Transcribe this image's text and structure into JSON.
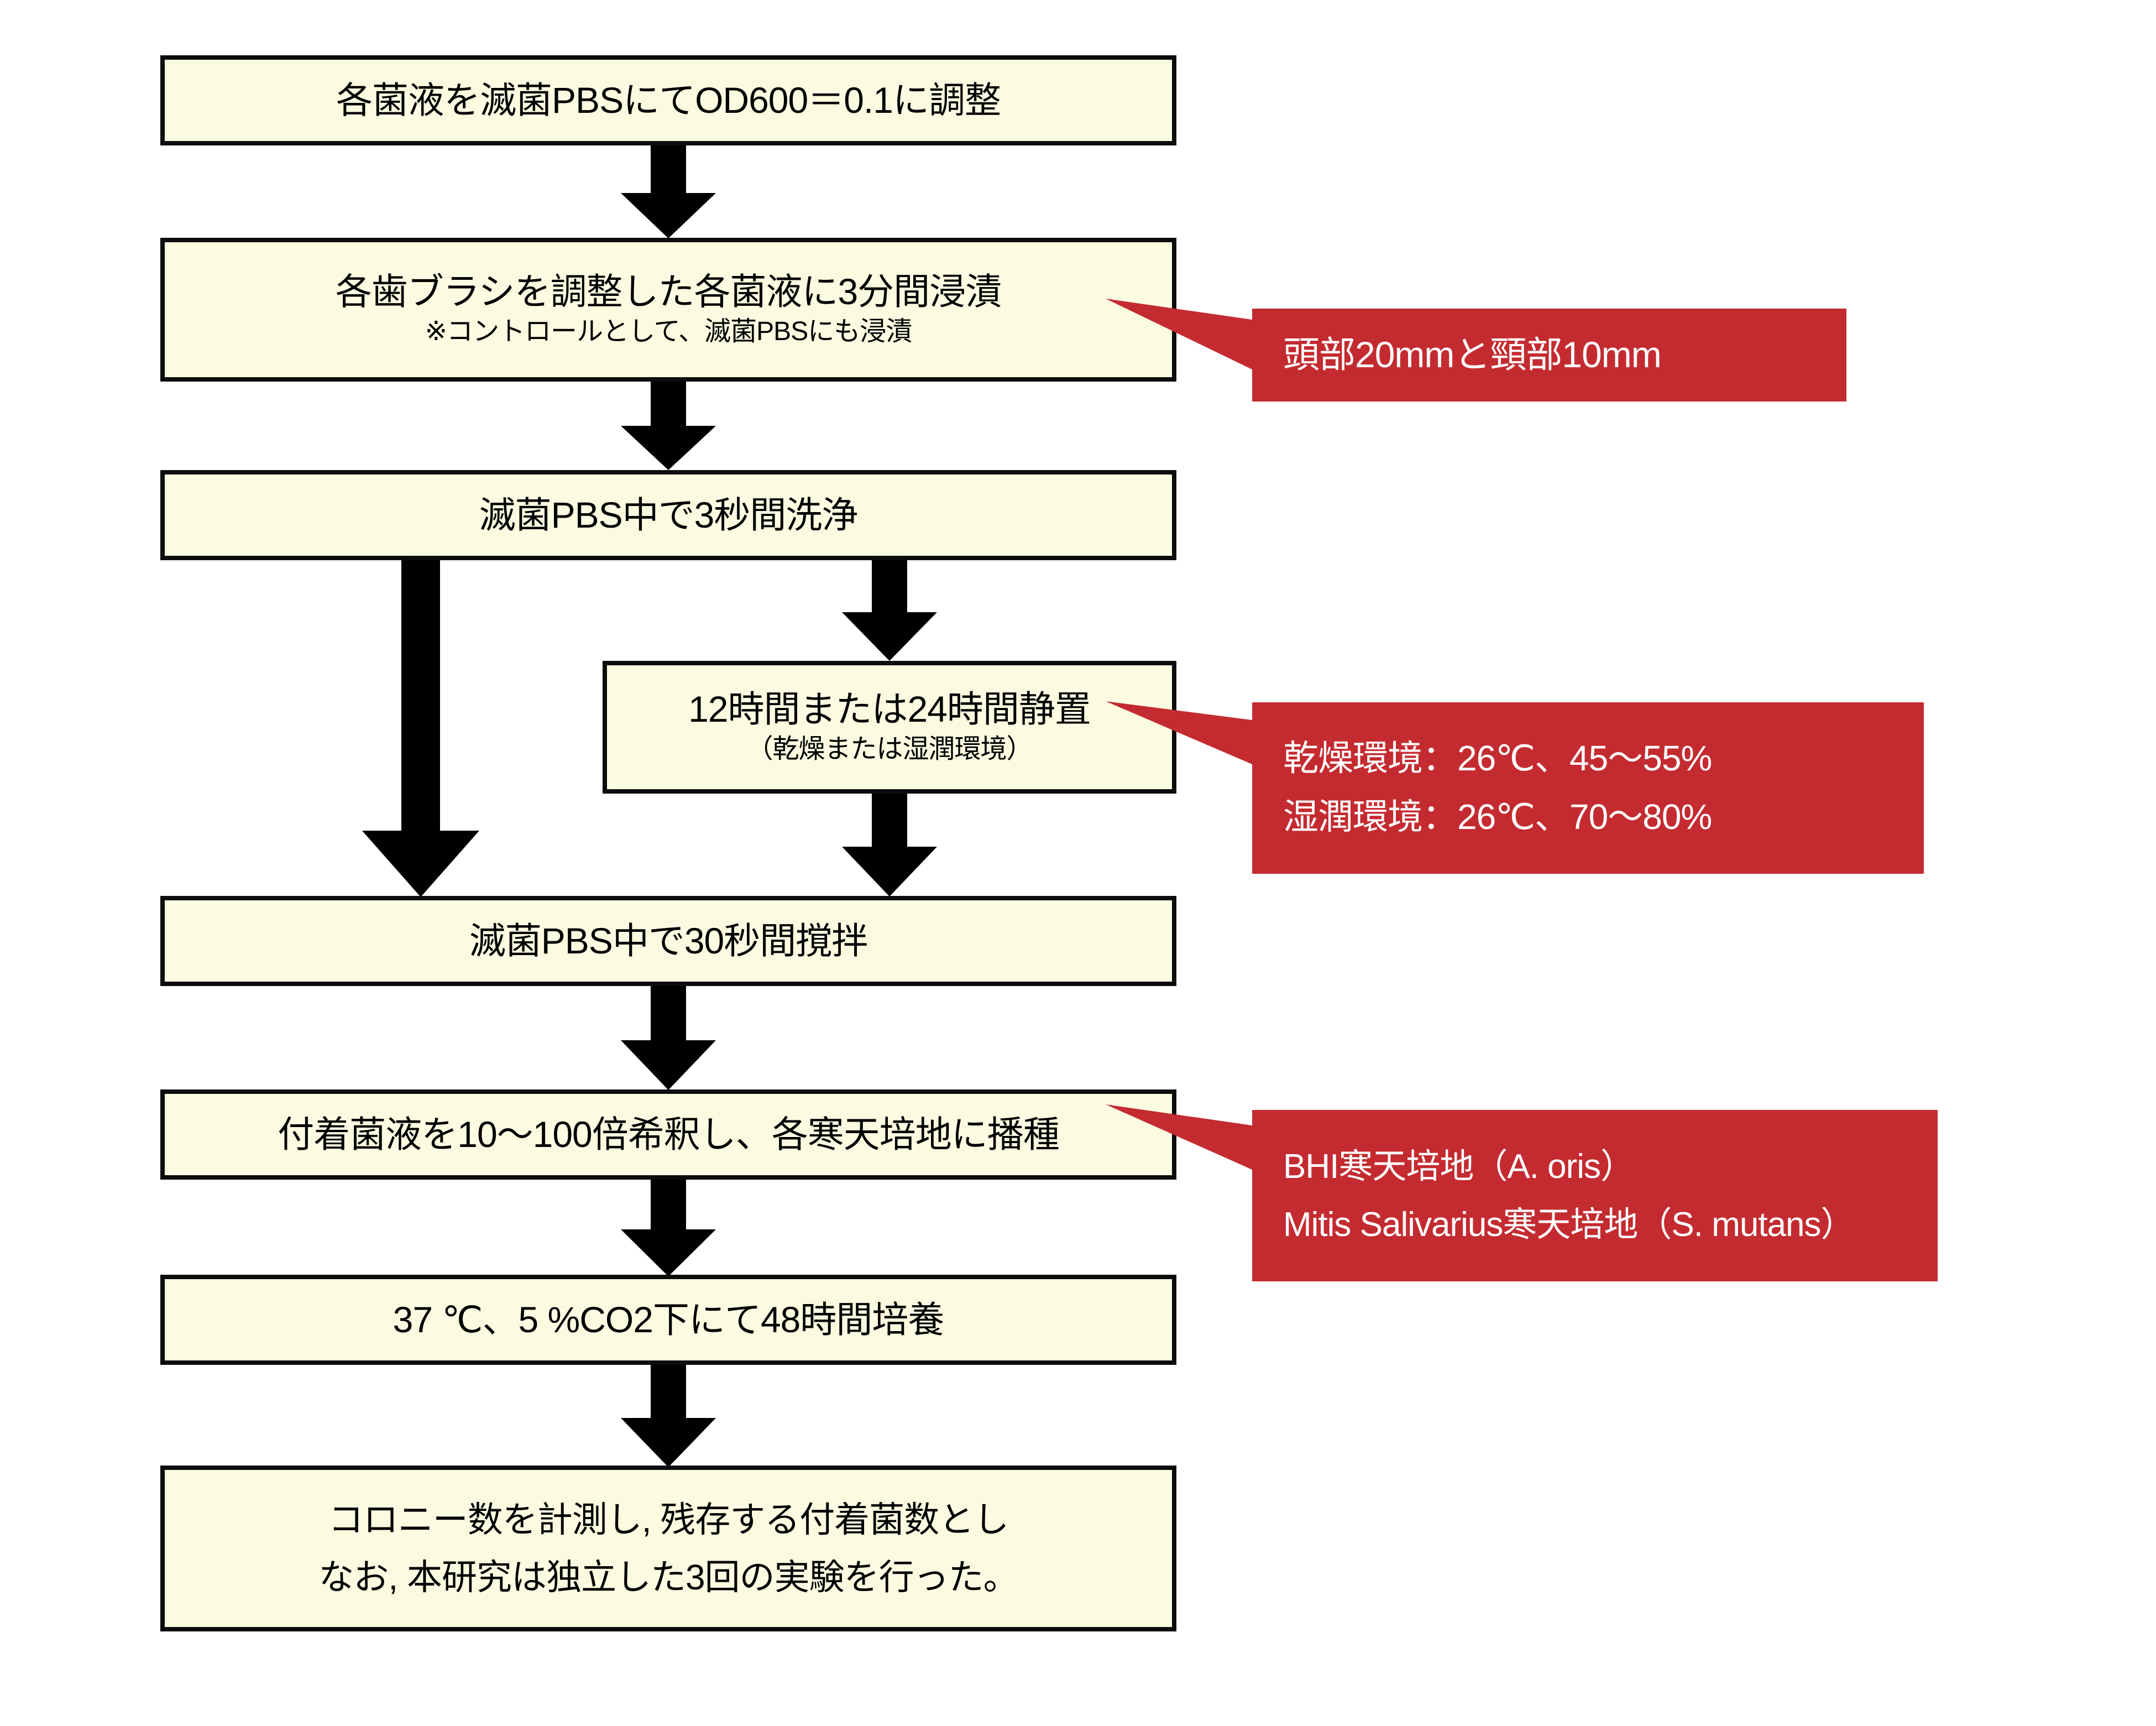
{
  "diagram": {
    "title": "experimental-protocol-flowchart",
    "colors": {
      "box_fill": "#FBFBE1",
      "box_border": "#0C0C0C",
      "callout_red": "#C42B30",
      "arrow_black": "#000000",
      "callout_text": "#FFFFFF"
    },
    "steps": [
      {
        "id": "step1",
        "main": "各菌液を滅菌PBSにてOD600＝0.1に調整",
        "sub": ""
      },
      {
        "id": "step2",
        "main": "各歯ブラシを調整した各菌液に3分間浸漬",
        "sub": "※コントロールとして、滅菌PBSにも浸漬"
      },
      {
        "id": "step3",
        "main": "滅菌PBS中で3秒間洗浄",
        "sub": ""
      },
      {
        "id": "step4",
        "main": "12時間または24時間静置",
        "sub": "（乾燥または湿潤環境）"
      },
      {
        "id": "step5",
        "main": "滅菌PBS中で30秒間撹拌",
        "sub": ""
      },
      {
        "id": "step6",
        "main": "付着菌液を10〜100倍希釈し、各寒天培地に播種",
        "sub": ""
      },
      {
        "id": "step7",
        "main": "37 ℃、5 %CO2下にて48時間培養",
        "sub": ""
      },
      {
        "id": "step8",
        "line1": "コロニー数を計測し, 残存する付着菌数とし",
        "line2": "なお, 本研究は独立した3回の実験を行った。"
      }
    ],
    "callouts": [
      {
        "id": "callout1",
        "target": "step2",
        "lines": [
          "頭部20mmと頸部10mm"
        ]
      },
      {
        "id": "callout2",
        "target": "step4",
        "lines": [
          "乾燥環境：26℃、45〜55%",
          "湿潤環境：26℃、70〜80%"
        ]
      },
      {
        "id": "callout3",
        "target": "step6",
        "lines": [
          "BHI寒天培地（A. oris）",
          "Mitis Salivarius寒天培地（S. mutans）"
        ]
      }
    ],
    "connectors": [
      {
        "id": "arrow-1-2",
        "from": "step1",
        "to": "step2",
        "kind": "down-arrow"
      },
      {
        "id": "arrow-2-3",
        "from": "step2",
        "to": "step3",
        "kind": "down-arrow"
      },
      {
        "id": "arrow-3-4",
        "from": "step3",
        "to": "step4",
        "kind": "down-arrow"
      },
      {
        "id": "arrow-3-5-bypass",
        "from": "step3",
        "to": "step5",
        "kind": "long-down-arrow"
      },
      {
        "id": "arrow-4-5",
        "from": "step4",
        "to": "step5",
        "kind": "down-arrow"
      },
      {
        "id": "arrow-5-6",
        "from": "step5",
        "to": "step6",
        "kind": "down-arrow"
      },
      {
        "id": "arrow-6-7",
        "from": "step6",
        "to": "step7",
        "kind": "down-arrow"
      },
      {
        "id": "arrow-7-8",
        "from": "step7",
        "to": "step8",
        "kind": "down-arrow"
      }
    ]
  }
}
